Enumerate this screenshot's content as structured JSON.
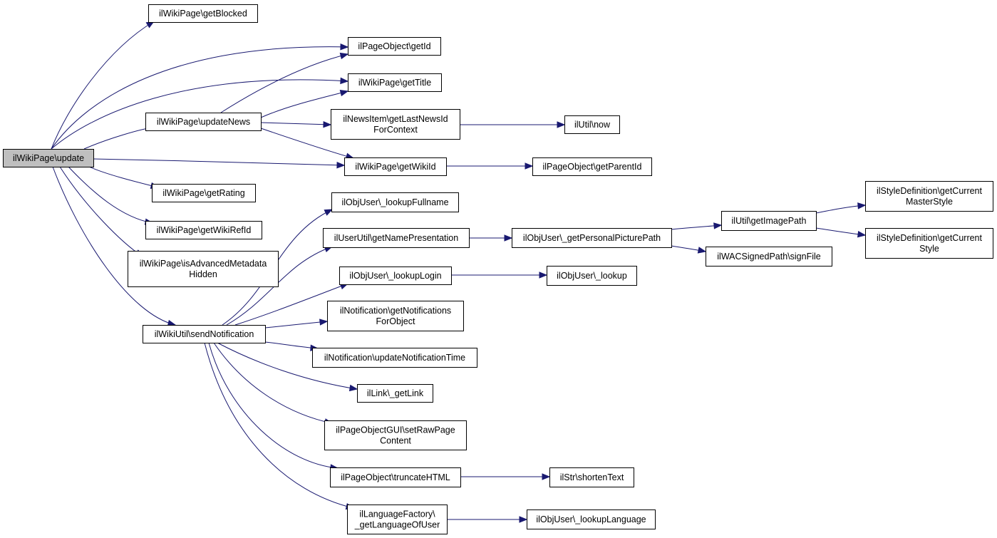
{
  "colors": {
    "edge": "#191970",
    "root_fill": "#bfbfbf",
    "node_fill": "#ffffff"
  },
  "nodes": [
    {
      "id": "update",
      "lines": [
        "ilWikiPage\\update"
      ],
      "root": true
    },
    {
      "id": "getBlocked",
      "lines": [
        "ilWikiPage\\getBlocked"
      ]
    },
    {
      "id": "getId",
      "lines": [
        "ilPageObject\\getId"
      ]
    },
    {
      "id": "getTitle",
      "lines": [
        "ilWikiPage\\getTitle"
      ]
    },
    {
      "id": "updateNews",
      "lines": [
        "ilWikiPage\\updateNews"
      ]
    },
    {
      "id": "getLastNewsId",
      "lines": [
        "ilNewsItem\\getLastNewsId",
        "ForContext"
      ]
    },
    {
      "id": "now",
      "lines": [
        "ilUtil\\now"
      ]
    },
    {
      "id": "getWikiId",
      "lines": [
        "ilWikiPage\\getWikiId"
      ]
    },
    {
      "id": "getParentId",
      "lines": [
        "ilPageObject\\getParentId"
      ]
    },
    {
      "id": "getRating",
      "lines": [
        "ilWikiPage\\getRating"
      ]
    },
    {
      "id": "getWikiRefId",
      "lines": [
        "ilWikiPage\\getWikiRefId"
      ]
    },
    {
      "id": "isAdvMeta",
      "lines": [
        "ilWikiPage\\isAdvancedMetadata",
        "Hidden"
      ]
    },
    {
      "id": "sendNotification",
      "lines": [
        "ilWikiUtil\\sendNotification"
      ]
    },
    {
      "id": "lookupFullname",
      "lines": [
        "ilObjUser\\_lookupFullname"
      ]
    },
    {
      "id": "getNamePresentation",
      "lines": [
        "ilUserUtil\\getNamePresentation"
      ]
    },
    {
      "id": "getPersonalPicturePath",
      "lines": [
        "ilObjUser\\_getPersonalPicturePath"
      ]
    },
    {
      "id": "getImagePath",
      "lines": [
        "ilUtil\\getImagePath"
      ]
    },
    {
      "id": "getCurrentMasterStyle",
      "lines": [
        "ilStyleDefinition\\getCurrent",
        "MasterStyle"
      ]
    },
    {
      "id": "getCurrentStyle",
      "lines": [
        "ilStyleDefinition\\getCurrent",
        "Style"
      ]
    },
    {
      "id": "signFile",
      "lines": [
        "ilWACSignedPath\\signFile"
      ]
    },
    {
      "id": "lookupLogin",
      "lines": [
        "ilObjUser\\_lookupLogin"
      ]
    },
    {
      "id": "lookup",
      "lines": [
        "ilObjUser\\_lookup"
      ]
    },
    {
      "id": "getNotificationsForObject",
      "lines": [
        "ilNotification\\getNotifications",
        "ForObject"
      ]
    },
    {
      "id": "updateNotificationTime",
      "lines": [
        "ilNotification\\updateNotificationTime"
      ]
    },
    {
      "id": "getLink",
      "lines": [
        "ilLink\\_getLink"
      ]
    },
    {
      "id": "setRawPageContent",
      "lines": [
        "ilPageObjectGUI\\setRawPage",
        "Content"
      ]
    },
    {
      "id": "truncateHTML",
      "lines": [
        "ilPageObject\\truncateHTML"
      ]
    },
    {
      "id": "shortenText",
      "lines": [
        "ilStr\\shortenText"
      ]
    },
    {
      "id": "getLanguageOfUser",
      "lines": [
        "ilLanguageFactory\\",
        "_getLanguageOfUser"
      ]
    },
    {
      "id": "lookupLanguage",
      "lines": [
        "ilObjUser\\_lookupLanguage"
      ]
    }
  ],
  "edges": [
    [
      "update",
      "getBlocked"
    ],
    [
      "update",
      "getId"
    ],
    [
      "update",
      "getTitle"
    ],
    [
      "update",
      "updateNews"
    ],
    [
      "update",
      "getWikiId"
    ],
    [
      "update",
      "getRating"
    ],
    [
      "update",
      "getWikiRefId"
    ],
    [
      "update",
      "isAdvMeta"
    ],
    [
      "update",
      "sendNotification"
    ],
    [
      "updateNews",
      "getId"
    ],
    [
      "updateNews",
      "getTitle"
    ],
    [
      "updateNews",
      "getLastNewsId"
    ],
    [
      "updateNews",
      "getWikiId"
    ],
    [
      "getLastNewsId",
      "now"
    ],
    [
      "getWikiId",
      "getParentId"
    ],
    [
      "sendNotification",
      "lookupFullname"
    ],
    [
      "sendNotification",
      "getNamePresentation"
    ],
    [
      "sendNotification",
      "lookupLogin"
    ],
    [
      "sendNotification",
      "getNotificationsForObject"
    ],
    [
      "sendNotification",
      "updateNotificationTime"
    ],
    [
      "sendNotification",
      "getLink"
    ],
    [
      "sendNotification",
      "setRawPageContent"
    ],
    [
      "sendNotification",
      "truncateHTML"
    ],
    [
      "sendNotification",
      "getLanguageOfUser"
    ],
    [
      "getNamePresentation",
      "getPersonalPicturePath"
    ],
    [
      "getPersonalPicturePath",
      "getImagePath"
    ],
    [
      "getPersonalPicturePath",
      "signFile"
    ],
    [
      "getImagePath",
      "getCurrentMasterStyle"
    ],
    [
      "getImagePath",
      "getCurrentStyle"
    ],
    [
      "lookupLogin",
      "lookup"
    ],
    [
      "truncateHTML",
      "shortenText"
    ],
    [
      "getLanguageOfUser",
      "lookupLanguage"
    ]
  ]
}
